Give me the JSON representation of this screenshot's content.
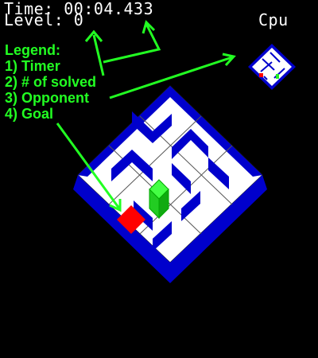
{
  "hud": {
    "timer_label": "Time:",
    "timer_value": "00:04.433",
    "level_label": "Level:",
    "level_value": "0",
    "opponent_label": "Cpu"
  },
  "legend": {
    "title": "Legend:",
    "items": [
      "1) Timer",
      "2) # of solved",
      "3) Opponent",
      "4) Goal"
    ]
  },
  "colors": {
    "floor": "#ffffff",
    "wall_top": "#ffffff",
    "wall_side": "#0000cc",
    "goal": "#ff0000",
    "player": "#22ee22",
    "annotation": "#22ff22",
    "text": "#ffffff",
    "background": "#000000"
  }
}
